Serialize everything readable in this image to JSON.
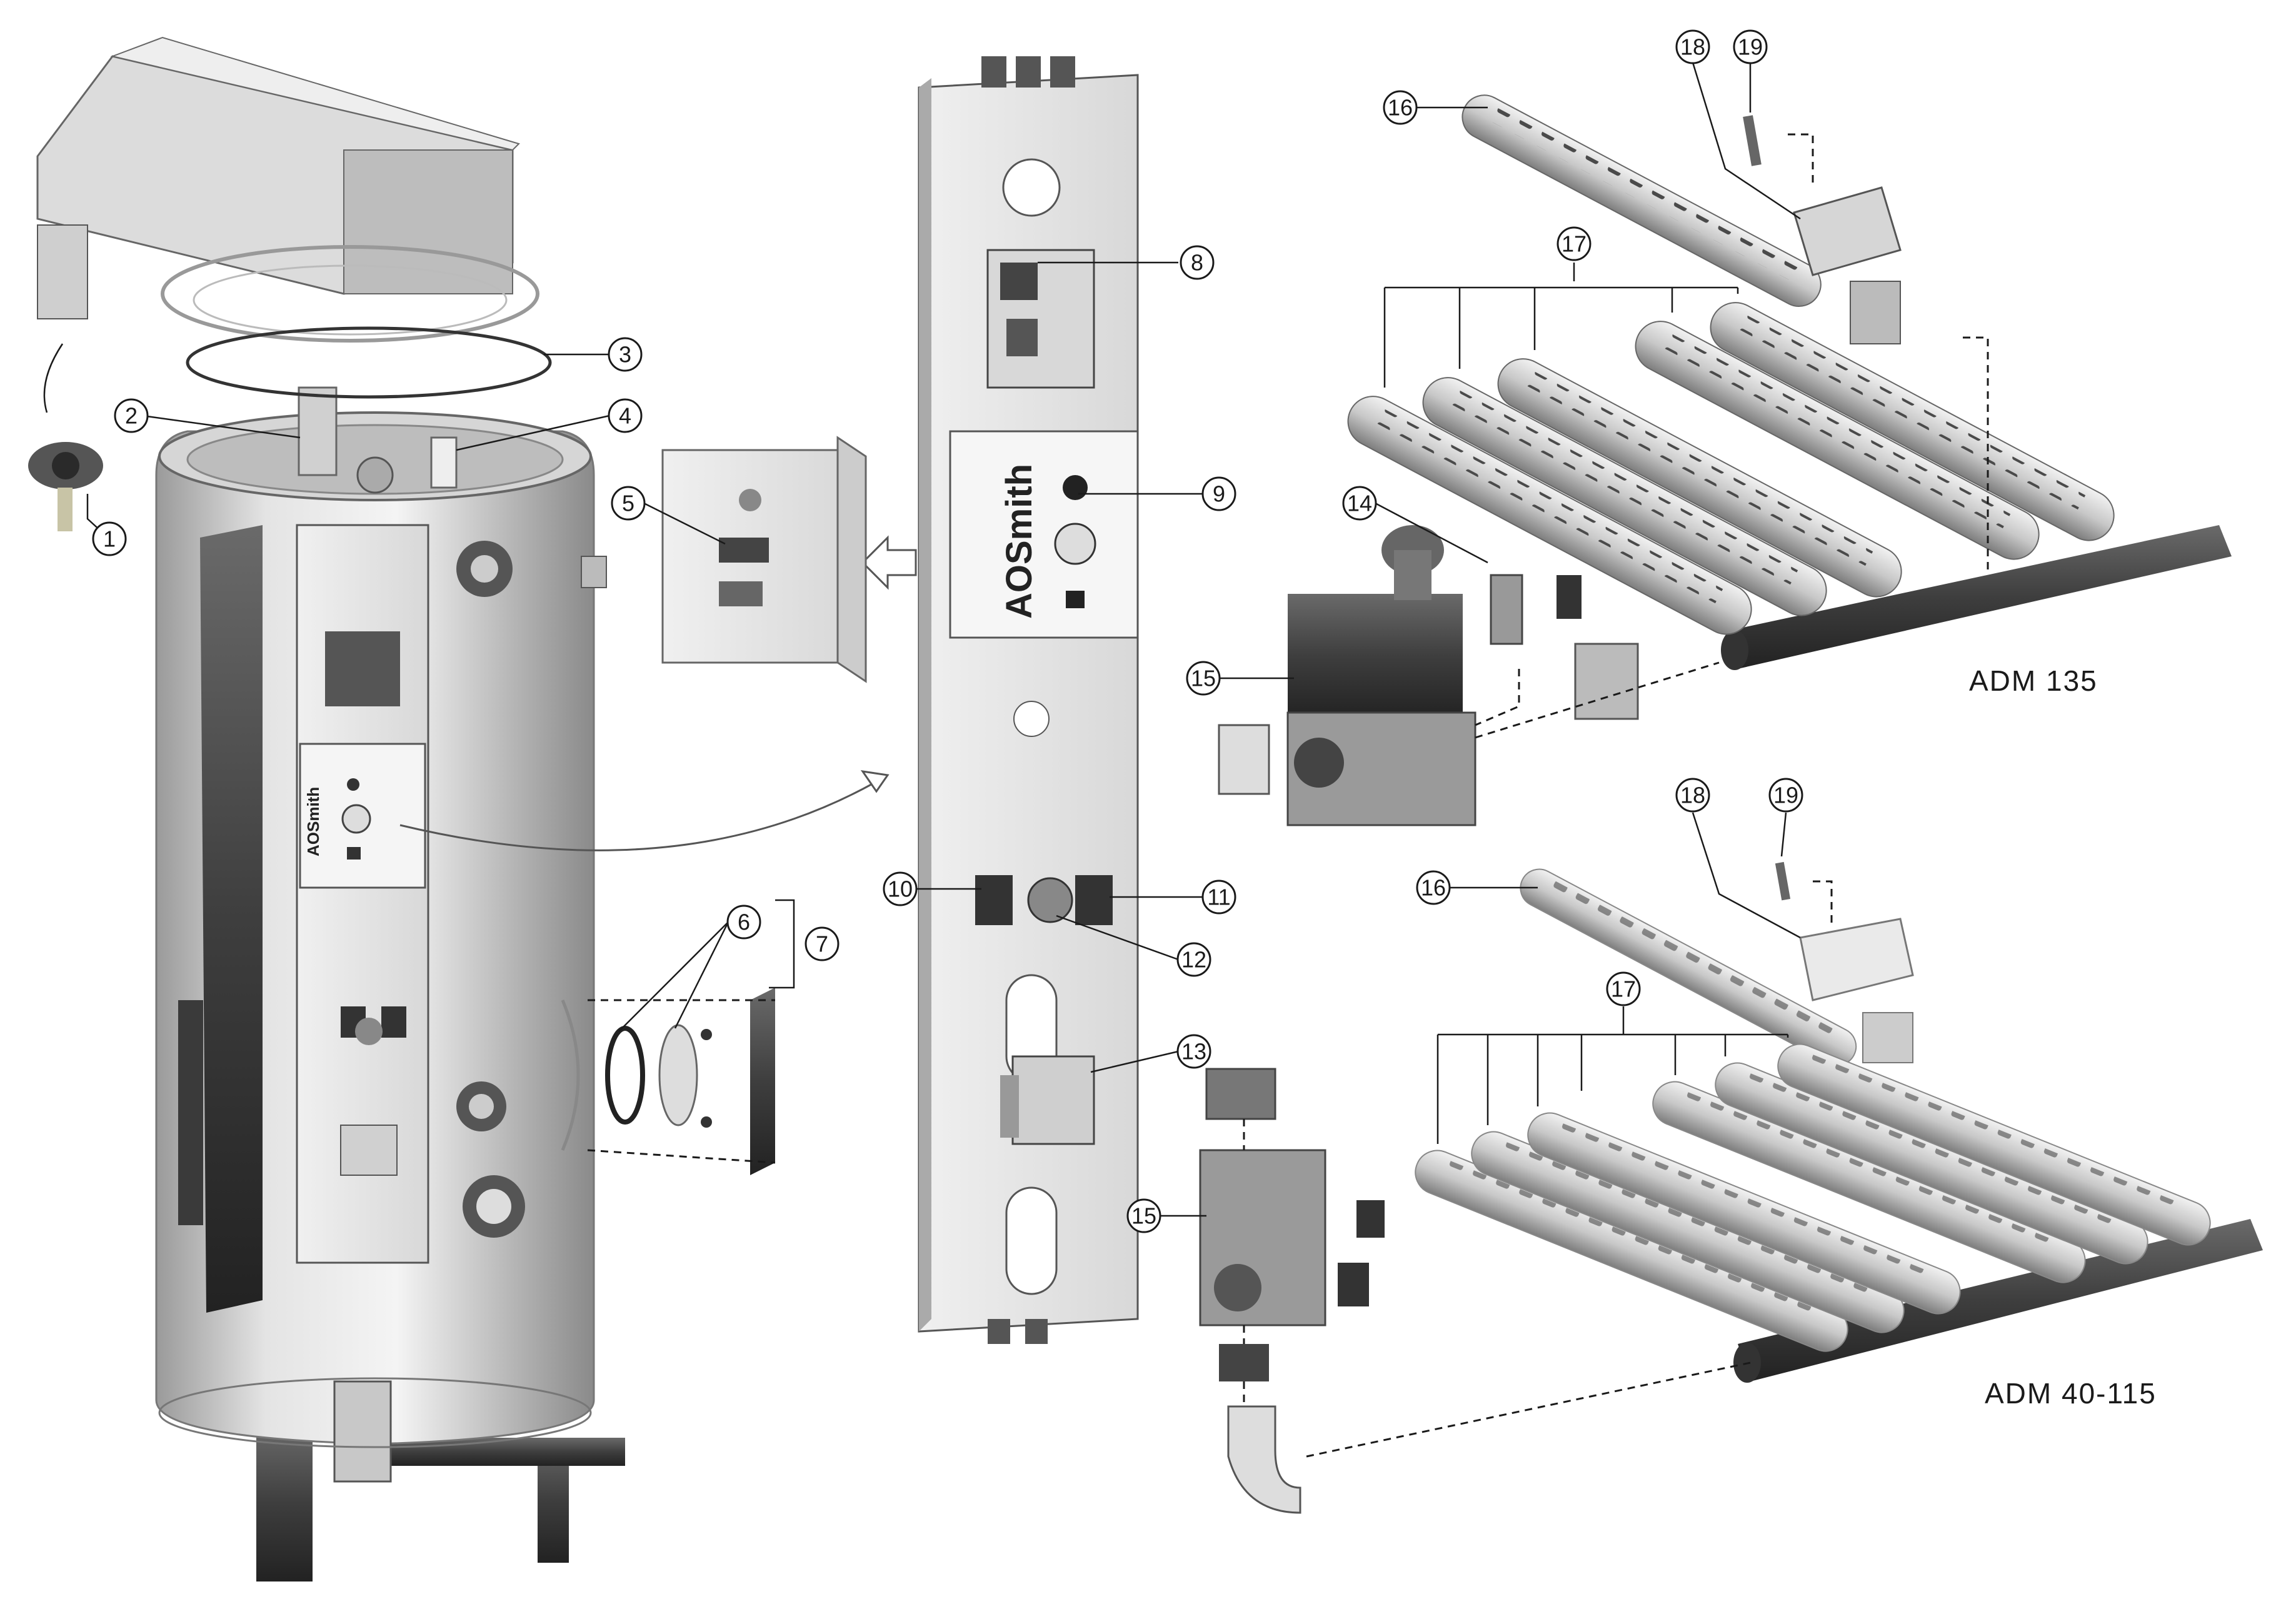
{
  "brand": {
    "logo_text": "AOSmith",
    "logo_mark": "A.O",
    "logo_name": "Smith"
  },
  "models": {
    "adm135": "ADM  135",
    "adm40_115": "ADM  40-115"
  },
  "callouts": [
    {
      "id": "1",
      "num": "1"
    },
    {
      "id": "2",
      "num": "2"
    },
    {
      "id": "3",
      "num": "3"
    },
    {
      "id": "4",
      "num": "4"
    },
    {
      "id": "5",
      "num": "5"
    },
    {
      "id": "6",
      "num": "6"
    },
    {
      "id": "7",
      "num": "7"
    },
    {
      "id": "8",
      "num": "8"
    },
    {
      "id": "9",
      "num": "9"
    },
    {
      "id": "10",
      "num": "10"
    },
    {
      "id": "11",
      "num": "11"
    },
    {
      "id": "12",
      "num": "12"
    },
    {
      "id": "13",
      "num": "13"
    },
    {
      "id": "14",
      "num": "14"
    },
    {
      "id": "15a",
      "num": "15"
    },
    {
      "id": "15b",
      "num": "15"
    },
    {
      "id": "16a",
      "num": "16"
    },
    {
      "id": "16b",
      "num": "16"
    },
    {
      "id": "17a",
      "num": "17"
    },
    {
      "id": "17b",
      "num": "17"
    },
    {
      "id": "18a",
      "num": "18"
    },
    {
      "id": "18b",
      "num": "18"
    },
    {
      "id": "19a",
      "num": "19"
    },
    {
      "id": "19b",
      "num": "19"
    }
  ],
  "colors": {
    "metal_light": "#e8e8e8",
    "metal_mid": "#c4c4c4",
    "metal_dark": "#4a4a4a",
    "line": "#1a1a1a"
  }
}
